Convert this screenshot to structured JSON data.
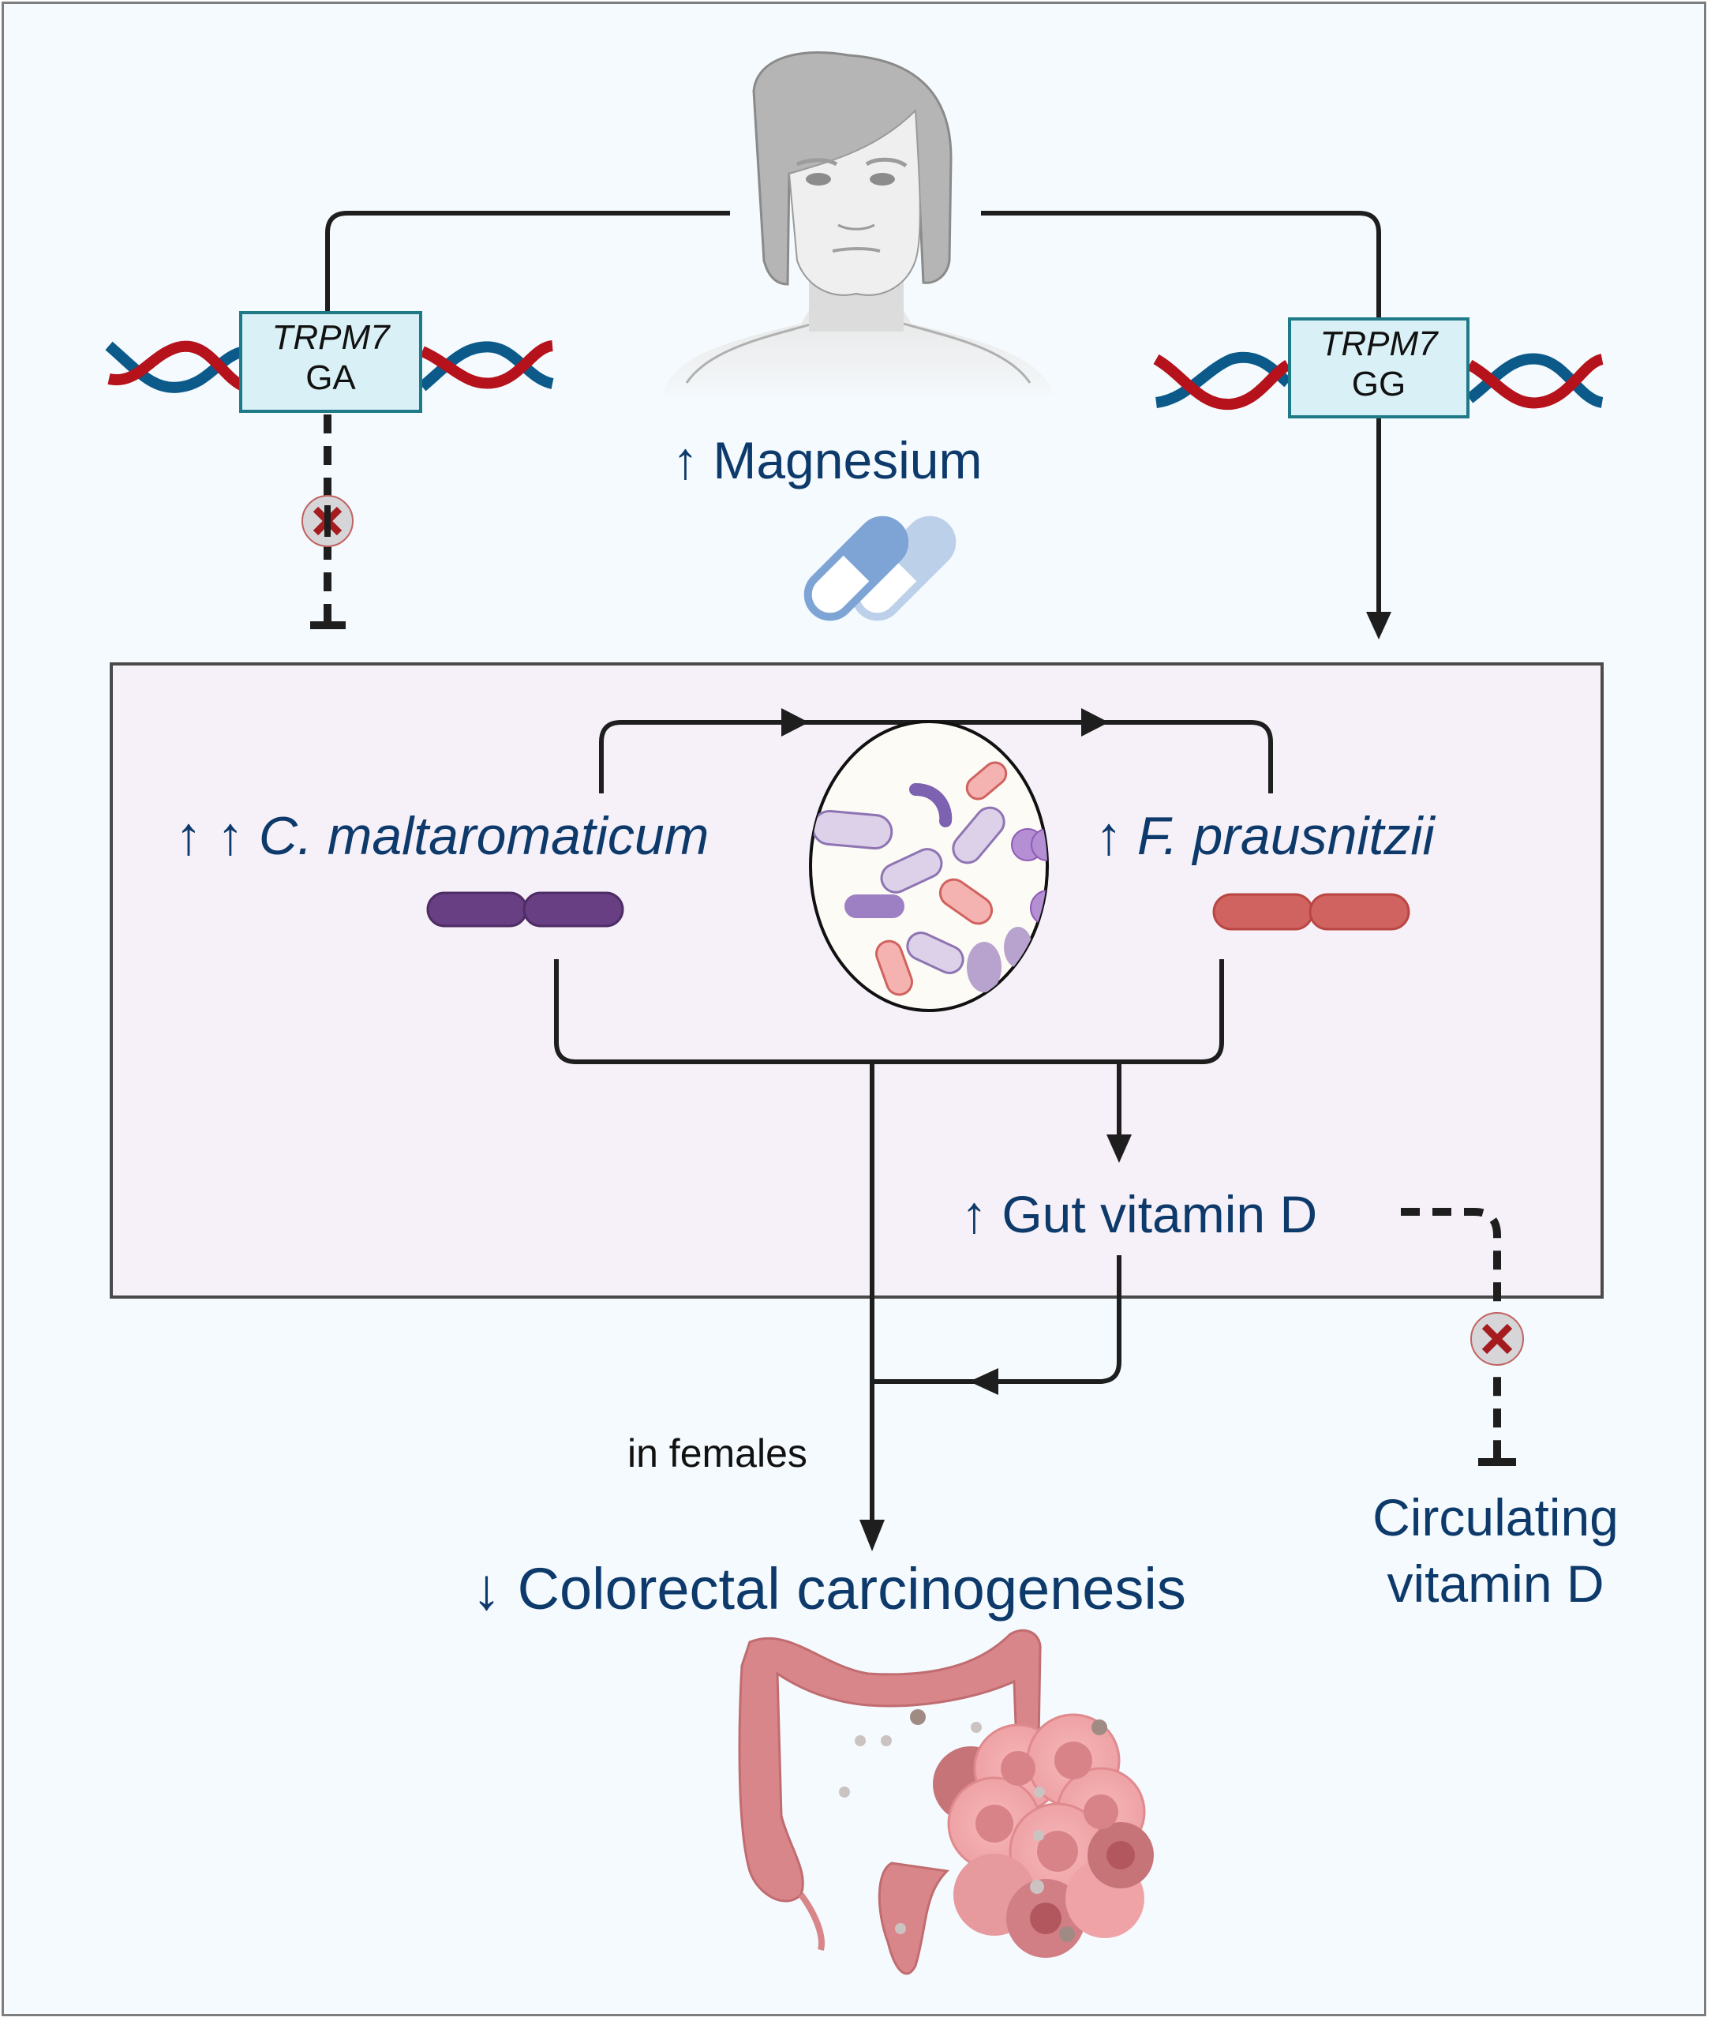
{
  "figure": {
    "title": "Magnesium, TRPM7 genotype, gut microbiome, vitamin D and colorectal carcinogenesis",
    "colors": {
      "background": "#f4fafd",
      "panel_fill": "#f6f1f8",
      "text_blue": "#0d3a6b",
      "dna_red": "#b5121b",
      "dna_blue": "#0b5a8a",
      "gene_box_fill": "#d9f1f6",
      "gene_box_border": "#1f7a88",
      "c_maltaromaticum_color": "#673f82",
      "f_prausnitzii_color": "#d0625f",
      "inhibit_x_color": "#a51c1f",
      "arrow_color": "#1e1e1e"
    }
  },
  "subject": {
    "icon": "woman-portrait-icon",
    "intervention_arrow": "↑",
    "intervention_label": "Magnesium",
    "supplement_icon": "capsule-pills-icon"
  },
  "genotypes": {
    "left": {
      "gene": "TRPM7",
      "allele": "GA",
      "effect": "no effect (inhibited)"
    },
    "right": {
      "gene": "TRPM7",
      "allele": "GG",
      "effect": "activates"
    }
  },
  "gut_panel": {
    "c_maltaromaticum": {
      "arrows": "↑ ↑",
      "name": "C. maltaromaticum"
    },
    "f_prausnitzii": {
      "arrows": "↑",
      "name": "F. prausnitzii"
    },
    "microbiome_icon": "gut-microbiome-icon",
    "gut_vitamin_d": {
      "arrow": "↑",
      "label": "Gut vitamin D"
    }
  },
  "outcomes": {
    "condition_label": "in females",
    "colorectal": {
      "arrow": "↓",
      "label": "Colorectal carcinogenesis"
    },
    "circulating_line1": "Circulating",
    "circulating_line2": "vitamin D",
    "colon_icon": "colon-tumor-icon"
  }
}
